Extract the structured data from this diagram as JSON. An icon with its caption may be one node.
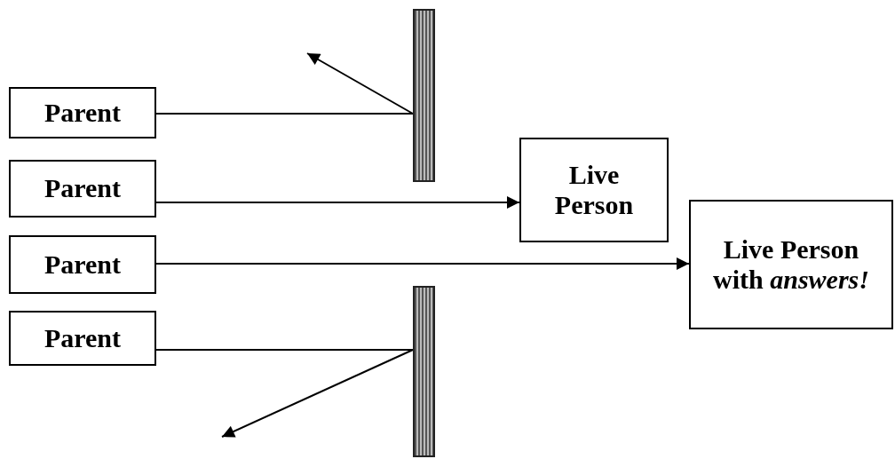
{
  "diagram": {
    "nodes": [
      {
        "text": [
          "Parent"
        ]
      },
      {
        "text": [
          "Parent"
        ]
      },
      {
        "text": [
          "Parent"
        ]
      },
      {
        "text": [
          "Parent"
        ]
      },
      {
        "text": [],
        "shape": "bar"
      },
      {
        "text": [],
        "shape": "bar"
      },
      {
        "text": [
          "Live Person"
        ]
      },
      {
        "text": [
          "Live Person with *answers!*"
        ]
      }
    ],
    "edges": [
      {
        "from": 0,
        "to": 4,
        "arrow": "none"
      },
      {
        "from": 4,
        "to": null,
        "arrow": "to"
      },
      {
        "from": 1,
        "to": 6,
        "arrow": "to"
      },
      {
        "from": 2,
        "to": 7,
        "arrow": "to"
      },
      {
        "from": 3,
        "to": 5,
        "arrow": "none"
      },
      {
        "from": 5,
        "to": null,
        "arrow": "to"
      }
    ]
  }
}
